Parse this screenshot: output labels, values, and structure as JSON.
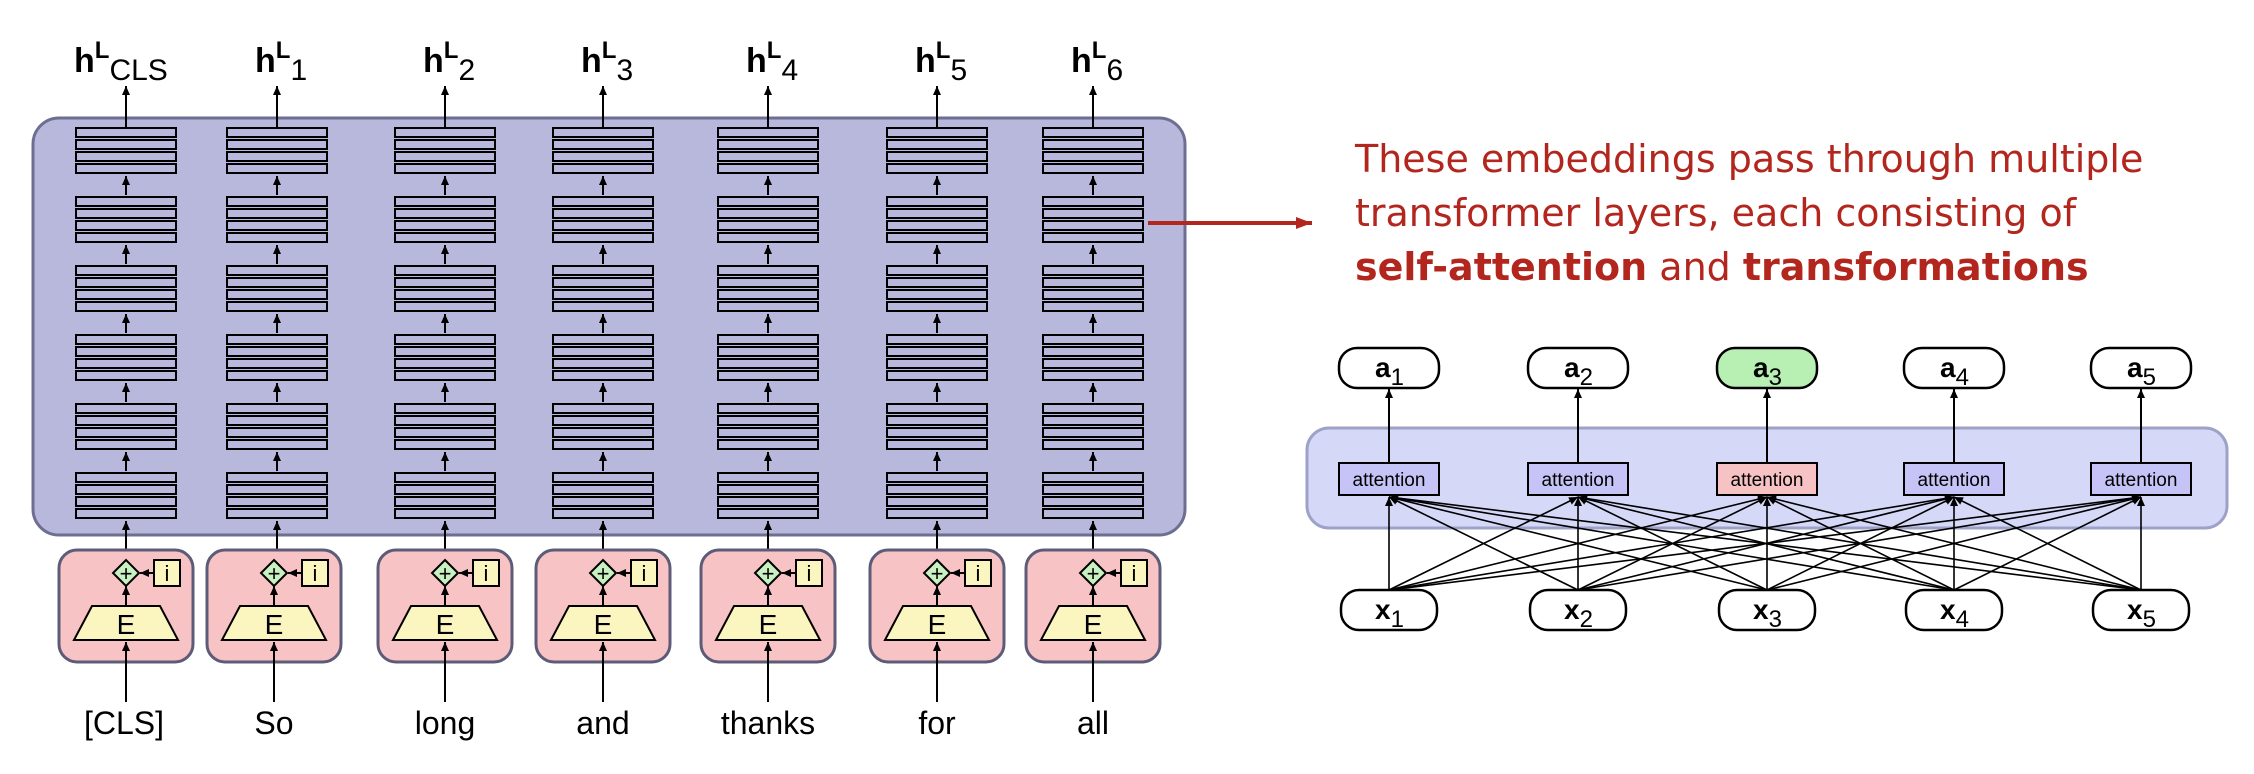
{
  "encoder": {
    "output_labels": [
      {
        "base": "h",
        "sup": "L",
        "sub": "CLS"
      },
      {
        "base": "h",
        "sup": "L",
        "sub": "1"
      },
      {
        "base": "h",
        "sup": "L",
        "sub": "2"
      },
      {
        "base": "h",
        "sup": "L",
        "sub": "3"
      },
      {
        "base": "h",
        "sup": "L",
        "sub": "4"
      },
      {
        "base": "h",
        "sup": "L",
        "sub": "5"
      },
      {
        "base": "h",
        "sup": "L",
        "sub": "6"
      }
    ],
    "input_tokens": [
      "[CLS]",
      "So",
      "long",
      "and",
      "thanks",
      "for",
      "all"
    ],
    "embedding_label": "E",
    "position_label": "i",
    "add_symbol": "+",
    "layer_count": 6,
    "colors": {
      "encoder_fill": "#b8b8dc",
      "embed_box_fill": "#f7c3c5",
      "embed_trap_fill": "#fbf5c0",
      "plus_fill": "#c8f0c0"
    }
  },
  "caption": {
    "line1": "These embeddings pass through multiple",
    "line2": "transformer layers, each consisting of",
    "bold1": "self-attention",
    "and_word": " and ",
    "bold2": "transformations"
  },
  "attention_figure": {
    "outputs": [
      {
        "base": "a",
        "sub": "1",
        "highlight": false
      },
      {
        "base": "a",
        "sub": "2",
        "highlight": false
      },
      {
        "base": "a",
        "sub": "3",
        "highlight": true
      },
      {
        "base": "a",
        "sub": "4",
        "highlight": false
      },
      {
        "base": "a",
        "sub": "5",
        "highlight": false
      }
    ],
    "attention_label": "attention",
    "attention_highlight_index": 2,
    "inputs": [
      {
        "base": "x",
        "sub": "1"
      },
      {
        "base": "x",
        "sub": "2"
      },
      {
        "base": "x",
        "sub": "3"
      },
      {
        "base": "x",
        "sub": "4"
      },
      {
        "base": "x",
        "sub": "5"
      }
    ],
    "colors": {
      "band_fill": "#d6d8f8",
      "attention_box_fill": "#c6c4f6",
      "attention_highlight_fill": "#f6c2c4",
      "output_highlight_fill": "#b8f0b4"
    }
  }
}
